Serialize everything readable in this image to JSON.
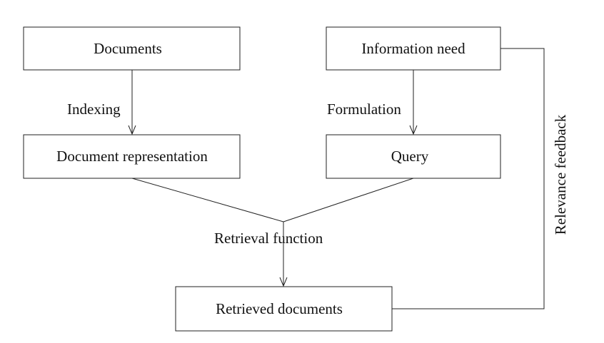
{
  "nodes": {
    "documents": "Documents",
    "information_need": "Information need",
    "document_representation": "Document representation",
    "query": "Query",
    "retrieved_documents": "Retrieved documents"
  },
  "edge_labels": {
    "indexing": "Indexing",
    "formulation": "Formulation",
    "retrieval_function": "Retrieval function",
    "relevance_feedback": "Relevance feedback"
  }
}
